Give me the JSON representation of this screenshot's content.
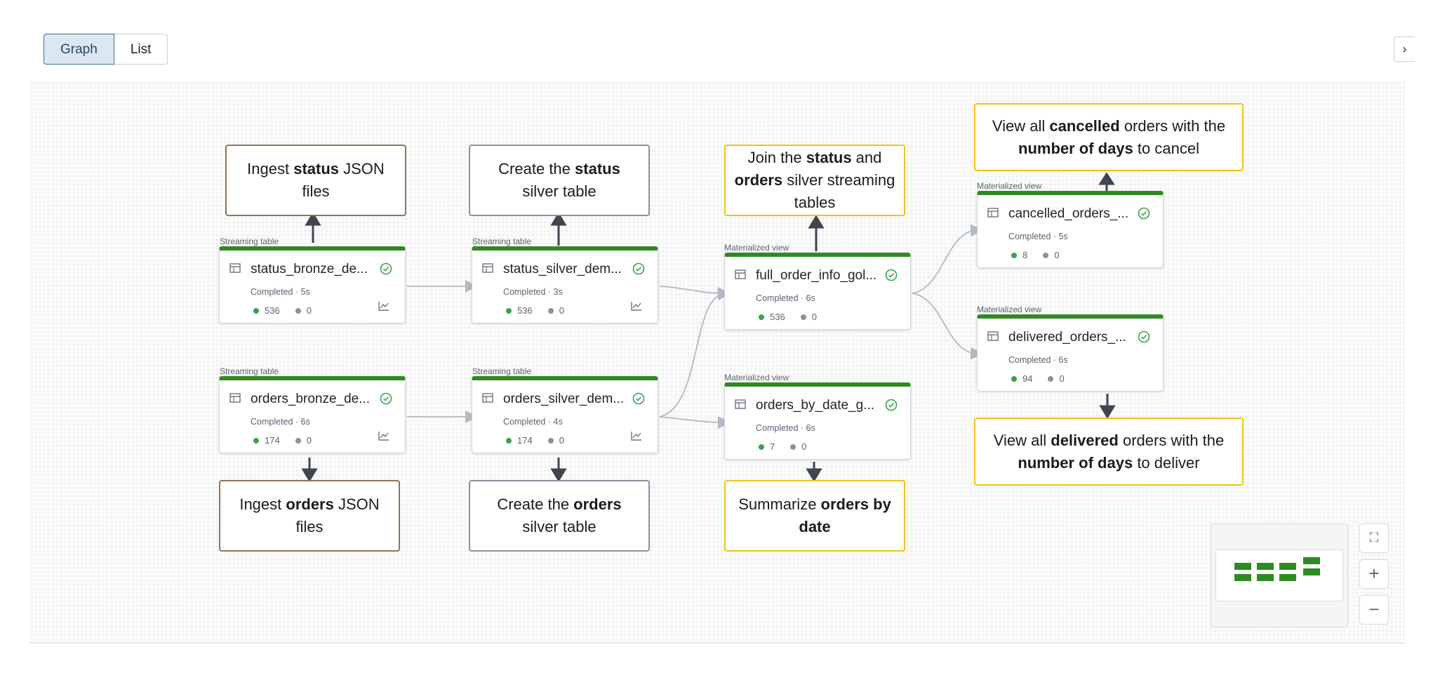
{
  "view_toggle": {
    "graph_label": "Graph",
    "list_label": "List",
    "active": "Graph"
  },
  "corner_button_label": "›",
  "nodes": {
    "status_bronze": {
      "type": "Streaming table",
      "name": "status_bronze_de...",
      "status": "Completed · 5s",
      "success": "536",
      "failed": "0"
    },
    "status_silver": {
      "type": "Streaming table",
      "name": "status_silver_dem...",
      "status": "Completed · 3s",
      "success": "536",
      "failed": "0"
    },
    "full_order_info": {
      "type": "Materialized view",
      "name": "full_order_info_gol...",
      "status": "Completed · 6s",
      "success": "536",
      "failed": "0"
    },
    "cancelled_orders": {
      "type": "Materialized view",
      "name": "cancelled_orders_...",
      "status": "Completed · 5s",
      "success": "8",
      "failed": "0"
    },
    "delivered_orders": {
      "type": "Materialized view",
      "name": "delivered_orders_...",
      "status": "Completed · 6s",
      "success": "94",
      "failed": "0"
    },
    "orders_bronze": {
      "type": "Streaming table",
      "name": "orders_bronze_de...",
      "status": "Completed · 6s",
      "success": "174",
      "failed": "0"
    },
    "orders_silver": {
      "type": "Streaming table",
      "name": "orders_silver_dem...",
      "status": "Completed · 4s",
      "success": "174",
      "failed": "0"
    },
    "orders_by_date": {
      "type": "Materialized view",
      "name": "orders_by_date_g...",
      "status": "Completed · 6s",
      "success": "7",
      "failed": "0"
    }
  },
  "notes": {
    "ingest_status": {
      "p1": "Ingest ",
      "b1": "status",
      "p2": " JSON files"
    },
    "create_status": {
      "p1": "Create the ",
      "b1": "status",
      "p2": " silver table"
    },
    "join": {
      "p1": "Join the ",
      "b1": "status",
      "p2": " and ",
      "b2": "orders",
      "p3": " silver streaming tables"
    },
    "view_cancelled": {
      "p1": "View all ",
      "b1": "cancelled",
      "p2": " orders with the ",
      "b2": "number of days",
      "p3": " to cancel"
    },
    "ingest_orders": {
      "p1": "Ingest ",
      "b1": "orders",
      "p2": " JSON files"
    },
    "create_orders": {
      "p1": "Create the ",
      "b1": "orders",
      "p2": " silver table"
    },
    "summarize": {
      "p1": "Summarize ",
      "b1": "orders by date"
    },
    "view_delivered": {
      "p1": "View all ",
      "b1": "delivered",
      "p2": " orders with the ",
      "b2": "number of days",
      "p3": " to deliver"
    }
  },
  "controls": {
    "fit_label": "⛶",
    "zoom_in_label": "+",
    "zoom_out_label": "−"
  },
  "colors": {
    "success_bar": "#2e8b22",
    "note_brown": "#8d7657",
    "note_slate": "#8892a0",
    "note_yellow": "#f0c419"
  }
}
